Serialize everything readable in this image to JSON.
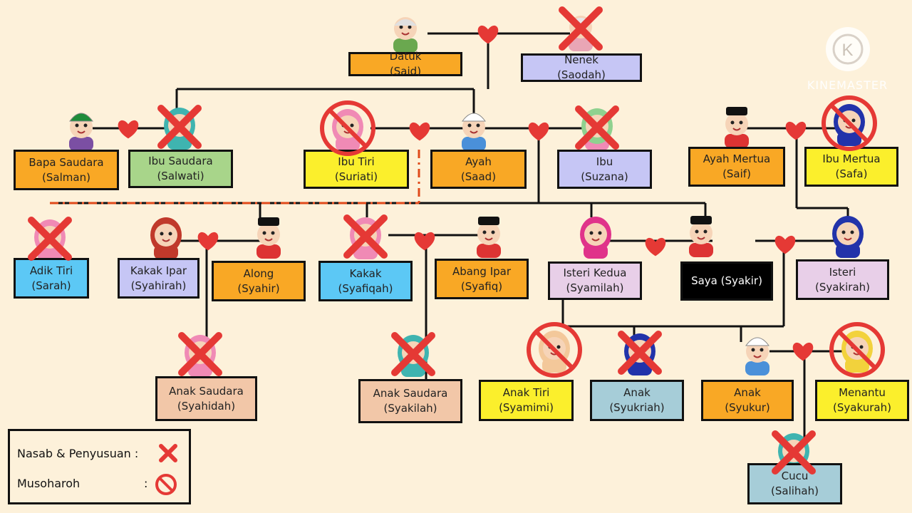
{
  "people": [
    {
      "id": "datuk",
      "role": "Datuk",
      "name": "(Said)",
      "single": true,
      "color": "#f9a825",
      "status": "none",
      "avatar": "grandpa"
    },
    {
      "id": "nenek",
      "role": "Nenek",
      "name": "(Saodah)",
      "single": true,
      "color": "#c6c6f5",
      "status": "nasab",
      "avatar": "grandma"
    },
    {
      "id": "bapa_saudara",
      "role": "Bapa Saudara",
      "name": "(Salman)",
      "color": "#f9a825",
      "status": "none",
      "avatar": "man_green"
    },
    {
      "id": "ibu_saudara",
      "role": "Ibu Saudara",
      "name": "(Salwati)",
      "color": "#a8d58a",
      "status": "nasab",
      "avatar": "woman_teal"
    },
    {
      "id": "ibu_tiri",
      "role": "Ibu Tiri",
      "name": "(Suriati)",
      "color": "#fbef2c",
      "status": "musoharoh",
      "avatar": "woman_pink"
    },
    {
      "id": "ayah",
      "role": "Ayah",
      "name": "(Saad)",
      "color": "#f9a825",
      "status": "none",
      "avatar": "man_cap"
    },
    {
      "id": "ibu",
      "role": "Ibu",
      "name": "(Suzana)",
      "color": "#c6c6f5",
      "status": "nasab",
      "avatar": "woman_green"
    },
    {
      "id": "ayah_mertua",
      "role": "Ayah Mertua",
      "name": "(Saif)",
      "color": "#f9a825",
      "status": "none",
      "avatar": "man_songkok"
    },
    {
      "id": "ibu_mertua",
      "role": "Ibu Mertua",
      "name": "(Safa)",
      "color": "#fbef2c",
      "status": "musoharoh",
      "avatar": "woman_blue"
    },
    {
      "id": "adik_tiri",
      "role": "Adik Tiri",
      "name": "(Sarah)",
      "color": "#5cc8f5",
      "status": "nasab",
      "avatar": "woman_pink"
    },
    {
      "id": "kakak_ipar",
      "role": "Kakak Ipar",
      "name": "(Syahirah)",
      "color": "#c6c6f5",
      "status": "none",
      "avatar": "woman_red"
    },
    {
      "id": "along",
      "role": "Along",
      "name": "(Syahir)",
      "color": "#f9a825",
      "status": "none",
      "avatar": "man_songkok"
    },
    {
      "id": "kakak",
      "role": "Kakak",
      "name": "(Syafiqah)",
      "color": "#5cc8f5",
      "status": "nasab",
      "avatar": "woman_pink"
    },
    {
      "id": "abang_ipar",
      "role": "Abang Ipar",
      "name": "(Syafiq)",
      "color": "#f9a825",
      "status": "none",
      "avatar": "man_songkok"
    },
    {
      "id": "isteri_kedua",
      "role": "Isteri Kedua",
      "name": "(Syamilah)",
      "color": "#e8cfe8",
      "status": "none",
      "avatar": "woman_magenta"
    },
    {
      "id": "saya",
      "role": "Saya (Syakir)",
      "name": "",
      "single": true,
      "color": "#000000",
      "textColor": "#ffffff",
      "status": "none",
      "avatar": "man_songkok"
    },
    {
      "id": "isteri",
      "role": "Isteri",
      "name": "(Syakirah)",
      "color": "#e8cfe8",
      "status": "none",
      "avatar": "woman_blue"
    },
    {
      "id": "anak_saudara_1",
      "role": "Anak Saudara",
      "name": "(Syahidah)",
      "color": "#f2c7a8",
      "status": "nasab",
      "avatar": "woman_pink"
    },
    {
      "id": "anak_saudara_2",
      "role": "Anak Saudara",
      "name": "(Syakilah)",
      "color": "#f2c7a8",
      "status": "nasab",
      "avatar": "woman_teal"
    },
    {
      "id": "anak_tiri",
      "role": "Anak Tiri",
      "name": "(Syamimi)",
      "color": "#fbef2c",
      "status": "musoharoh",
      "avatar": "woman_peach"
    },
    {
      "id": "anak_syukriah",
      "role": "Anak",
      "name": "(Syukriah)",
      "color": "#a6cdd8",
      "status": "nasab",
      "avatar": "woman_blue"
    },
    {
      "id": "anak_syukur",
      "role": "Anak",
      "name": "(Syukur)",
      "color": "#f9a825",
      "status": "none",
      "avatar": "man_cap"
    },
    {
      "id": "menantu",
      "role": "Menantu",
      "name": "(Syakurah)",
      "color": "#fbef2c",
      "status": "musoharoh",
      "avatar": "woman_yellow"
    },
    {
      "id": "cucu",
      "role": "Cucu",
      "name": "(Salihah)",
      "color": "#a6cdd8",
      "status": "nasab",
      "avatar": "woman_teal"
    }
  ],
  "legend": {
    "nasab_label": "Nasab & Penyusuan :",
    "musoharoh_label": "Musoharoh",
    "musoharoh_colon": ":"
  },
  "watermark": {
    "text": "KINEMASTER",
    "logo_letter": "K"
  },
  "colors": {
    "line": "#111111",
    "heart": "#e53935",
    "cross": "#e53935",
    "dashed": "#e04a1a",
    "background": "#fdf1da"
  }
}
